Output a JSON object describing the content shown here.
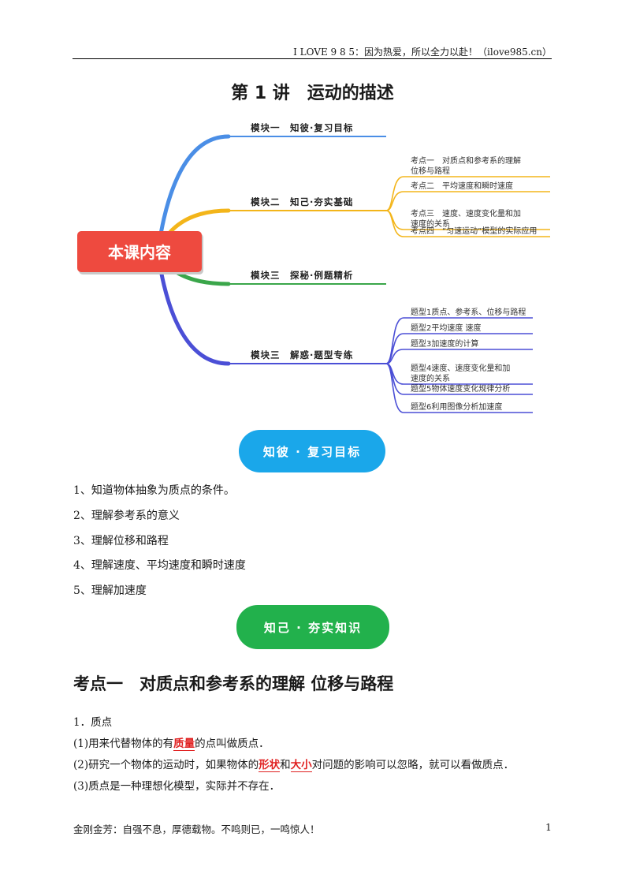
{
  "header": {
    "text": "I LOVE 9 8 5：因为热爱，所以全力以赴！（ilove985.cn）"
  },
  "title": "第 1 讲　运动的描述",
  "mindmap": {
    "center": "本课内容",
    "modules": [
      {
        "label": "模块一　知彼·复习目标",
        "color": "#4a8ee6",
        "items": []
      },
      {
        "label": "模块二　知己·夯实基础",
        "color": "#f3b51a",
        "items": [
          [
            "考点一　对质点和参考系的理解",
            "位移与路程"
          ],
          [
            "考点二　平均速度和瞬时速度"
          ],
          [
            "考点三　速度、速度变化量和加",
            "速度的关系"
          ],
          [
            "考点四　“匀速运动”模型的实际应用"
          ]
        ]
      },
      {
        "label": "模块三　探秘·例题精析",
        "color": "#3aa64a",
        "items": []
      },
      {
        "label": "模块三　解惑·题型专练",
        "color": "#4b4fd6",
        "items": [
          [
            "题型1质点、参考系、位移与路程"
          ],
          [
            "题型2平均速度 速度"
          ],
          [
            "题型3加速度的计算"
          ],
          [
            "题型4速度、速度变化量和加",
            "速度的关系"
          ],
          [
            "题型5物体速度变化规律分析"
          ],
          [
            "题型6利用图像分析加速度"
          ]
        ]
      }
    ],
    "colors": {
      "center_bg": "#ee4a3f",
      "center_shadow": "#c9c9c9"
    }
  },
  "pill_targets": "知彼 · 复习目标",
  "goals": [
    "1、知道物体抽象为质点的条件。",
    "2、理解参考系的意义",
    "3、理解位移和路程",
    "4、理解速度、平均速度和瞬时速度",
    "5、理解加速度"
  ],
  "pill_basics": "知己 · 夯实知识",
  "section": {
    "heading": "考点一　对质点和参考系的理解  位移与路程",
    "sub": "1．质点",
    "p1_a": "(1)用来代替物体的有",
    "p1_hl": "质量",
    "p1_b": "的点叫做质点．",
    "p2_a": "(2)研究一个物体的运动时，如果物体的",
    "p2_hl1": "形状",
    "p2_mid": "和",
    "p2_hl2": "大小",
    "p2_b": "对问题的影响可以忽略，就可以看做质点．",
    "p3": "(3)质点是一种理想化模型，实际并不存在．"
  },
  "footer": {
    "left": "金刚金芳：自强不息，厚德载物。不鸣则已，一鸣惊人！",
    "page": "1"
  }
}
